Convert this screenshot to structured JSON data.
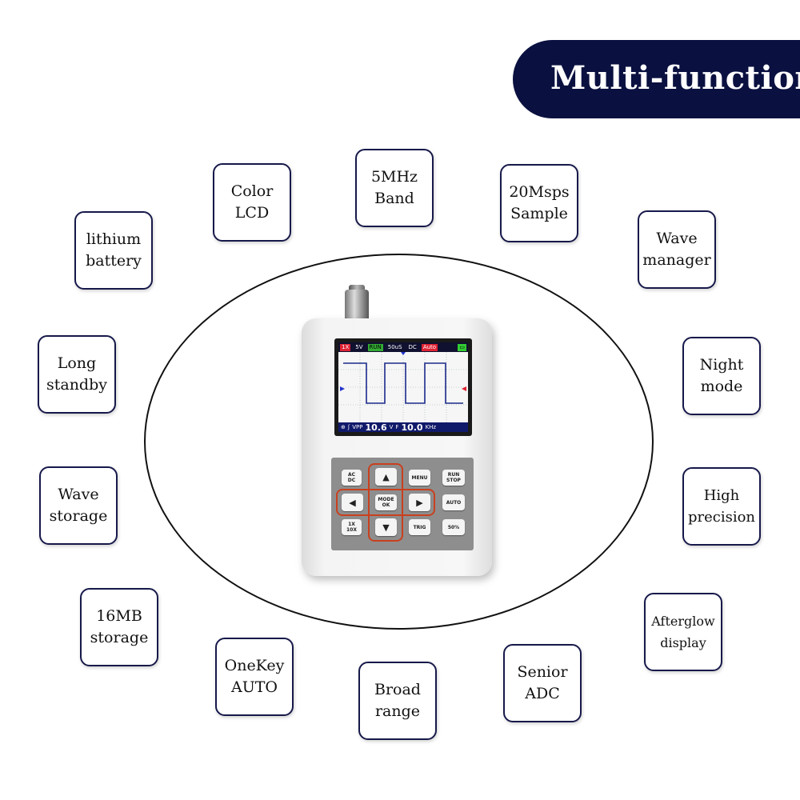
{
  "title": "Multi-function",
  "features": [
    {
      "id": "color-lcd",
      "text": "Color\nLCD"
    },
    {
      "id": "5mhz-band",
      "text": "5MHz\nBand"
    },
    {
      "id": "20msps-sample",
      "text": "20Msps\nSample"
    },
    {
      "id": "lithium-battery",
      "text": "lithium\nbattery"
    },
    {
      "id": "wave-manager",
      "text": "Wave\nmanager"
    },
    {
      "id": "long-standby",
      "text": "Long\nstandby"
    },
    {
      "id": "night-mode",
      "text": "Night\nmode"
    },
    {
      "id": "wave-storage",
      "text": "Wave\nstorage"
    },
    {
      "id": "high-precision",
      "text": "High\nprecision"
    },
    {
      "id": "16mb-storage",
      "text": "16MB\nstorage"
    },
    {
      "id": "afterglow-display",
      "text": "Afterglow\ndisplay"
    },
    {
      "id": "onekey-auto",
      "text": "OneKey\nAUTO"
    },
    {
      "id": "broad-range",
      "text": "Broad\nrange"
    },
    {
      "id": "senior-adc",
      "text": "Senior\nADC"
    }
  ],
  "device": {
    "screen": {
      "channel": "1X",
      "volts_div": "5V",
      "run_state": "RUN",
      "time_div": "50uS",
      "coupling": "DC",
      "trigger_mode": "Auto",
      "vpp_label": "VPP",
      "vpp_value": "10.6",
      "vpp_unit": "V",
      "freq_label": "F",
      "freq_value": "10.0",
      "freq_unit": "KHz"
    },
    "keys": {
      "acdc": "AC\nDC",
      "up": "▲",
      "menu": "MENU",
      "runstop": "RUN\nSTOP",
      "left": "◀",
      "modeok": "MODE\nOK",
      "right": "▶",
      "auto": "AUTO",
      "probe": "1X\n10X",
      "down": "▼",
      "trig": "TRIG",
      "fifty": "50%"
    }
  }
}
